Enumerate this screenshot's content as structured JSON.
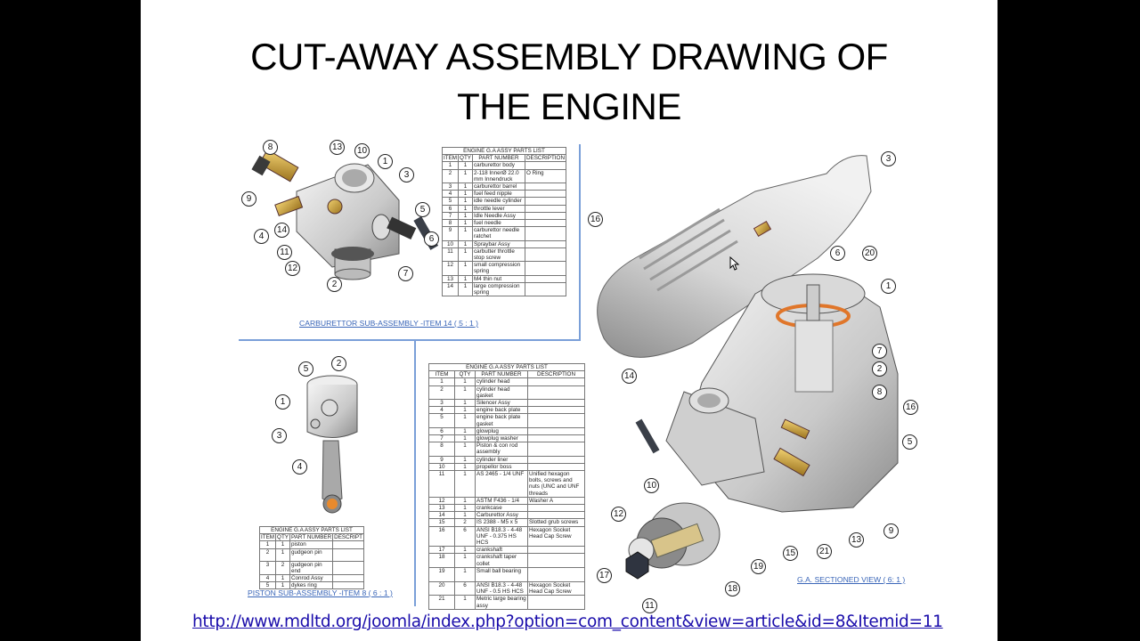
{
  "slide": {
    "title_line1": "CUT-AWAY ASSEMBLY DRAWING OF",
    "title_line2": "THE ENGINE",
    "source_link": "http://www.mdltd.org/joomla/index.php?option=com_content&view=article&id=8&Itemid=11"
  },
  "carburettor": {
    "caption": "CARBURETTOR SUB-ASSEMBLY -ITEM 14 ( 5 : 1 )",
    "table": {
      "title": "ENGINE G.A ASSY PARTS LIST",
      "headers": [
        "ITEM",
        "QTY",
        "PART NUMBER",
        "DESCRIPTION"
      ],
      "rows": [
        [
          "1",
          "1",
          "carburettor body",
          ""
        ],
        [
          "2",
          "1",
          "2-118 InnerØ 22.0 mm Innendruck",
          "O Ring"
        ],
        [
          "3",
          "1",
          "carburettor barrel",
          ""
        ],
        [
          "4",
          "1",
          "fuel feed nipple",
          ""
        ],
        [
          "5",
          "1",
          "idle needle cylinder",
          ""
        ],
        [
          "6",
          "1",
          "throttle lever",
          ""
        ],
        [
          "7",
          "1",
          "Idle Needle Assy",
          ""
        ],
        [
          "8",
          "1",
          "fuel needle",
          ""
        ],
        [
          "9",
          "1",
          "carburettor needle ratchet",
          ""
        ],
        [
          "10",
          "1",
          "Spraybar Assy",
          ""
        ],
        [
          "11",
          "1",
          "carbutter throttle stop screw",
          ""
        ],
        [
          "12",
          "1",
          "small compression spring",
          ""
        ],
        [
          "13",
          "1",
          "M4 thin nut",
          ""
        ],
        [
          "14",
          "1",
          "large compression spring",
          ""
        ]
      ]
    },
    "callouts": [
      "8",
      "13",
      "10",
      "1",
      "3",
      "9",
      "5",
      "14",
      "4",
      "6",
      "11",
      "12",
      "7",
      "2"
    ]
  },
  "piston": {
    "caption": "PISTON SUB-ASSEMBLY -ITEM 8 ( 6 : 1 )",
    "table": {
      "title": "ENGINE G.A ASSY PARTS LIST",
      "headers": [
        "ITEM",
        "QTY",
        "PART NUMBER",
        "DESCRIPT"
      ],
      "rows": [
        [
          "1",
          "1",
          "piston",
          ""
        ],
        [
          "2",
          "1",
          "gudgeon pin",
          ""
        ],
        [
          "3",
          "2",
          "gudgeon pin end",
          ""
        ],
        [
          "4",
          "1",
          "Conrod Assy",
          ""
        ],
        [
          "5",
          "1",
          "dykes ring",
          ""
        ]
      ]
    },
    "callouts": [
      "5",
      "2",
      "1",
      "3",
      "4"
    ]
  },
  "engine": {
    "caption": "G.A. SECTIONED VIEW ( 6: 1 )",
    "table": {
      "title": "ENGINE G.A ASSY PARTS LIST",
      "headers": [
        "ITEM",
        "QTY",
        "PART NUMBER",
        "DESCRIPTION"
      ],
      "rows": [
        [
          "1",
          "1",
          "cylinder head",
          ""
        ],
        [
          "2",
          "1",
          "cylinder head gasket",
          ""
        ],
        [
          "3",
          "1",
          "Silencer Assy",
          ""
        ],
        [
          "4",
          "1",
          "engine back plate",
          ""
        ],
        [
          "5",
          "1",
          "engine back plate gasket",
          ""
        ],
        [
          "6",
          "1",
          "glowplug",
          ""
        ],
        [
          "7",
          "1",
          "glowplug washer",
          ""
        ],
        [
          "8",
          "1",
          "Piston & con rod assembly",
          ""
        ],
        [
          "9",
          "1",
          "cylinder liner",
          ""
        ],
        [
          "10",
          "1",
          "propellor boss",
          ""
        ],
        [
          "11",
          "1",
          "AS 2465 - 1/4 UNF",
          "Unified hexagon bolts, screws and nuts (UNC and UNF threads"
        ],
        [
          "12",
          "1",
          "ASTM F436 - 1/4",
          "Washer A"
        ],
        [
          "13",
          "1",
          "crankcase",
          ""
        ],
        [
          "14",
          "1",
          "Carburettor Assy",
          ""
        ],
        [
          "15",
          "2",
          "IS 2388 - M5 x 5",
          "Slotted grub screws"
        ],
        [
          "16",
          "6",
          "ANSI B18.3 - 4-48 UNF - 0.375 HS HCS",
          "Hexagon Socket Head Cap Screw"
        ],
        [
          "17",
          "1",
          "crankshaft",
          ""
        ],
        [
          "18",
          "1",
          "crankshaft taper collet",
          ""
        ],
        [
          "19",
          "1",
          "Small ball bearing",
          ""
        ],
        [
          "20",
          "6",
          "ANSI B18.3 - 4-48 UNF - 0.5 HS HCS",
          "Hexagon Socket Head Cap Screw"
        ],
        [
          "21",
          "1",
          "Metric large bearing assy",
          ""
        ]
      ]
    },
    "callouts": [
      "3",
      "16",
      "6",
      "20",
      "1",
      "7",
      "2",
      "8",
      "14",
      "16",
      "5",
      "10",
      "12",
      "9",
      "13",
      "21",
      "15",
      "19",
      "17",
      "18",
      "11"
    ]
  },
  "colors": {
    "frame_line": "#7a9fd8",
    "caption_link": "#3a66b8",
    "url_link": "#1a0dab",
    "brass": "#c9a23a",
    "orange_ring": "#e0762a"
  }
}
